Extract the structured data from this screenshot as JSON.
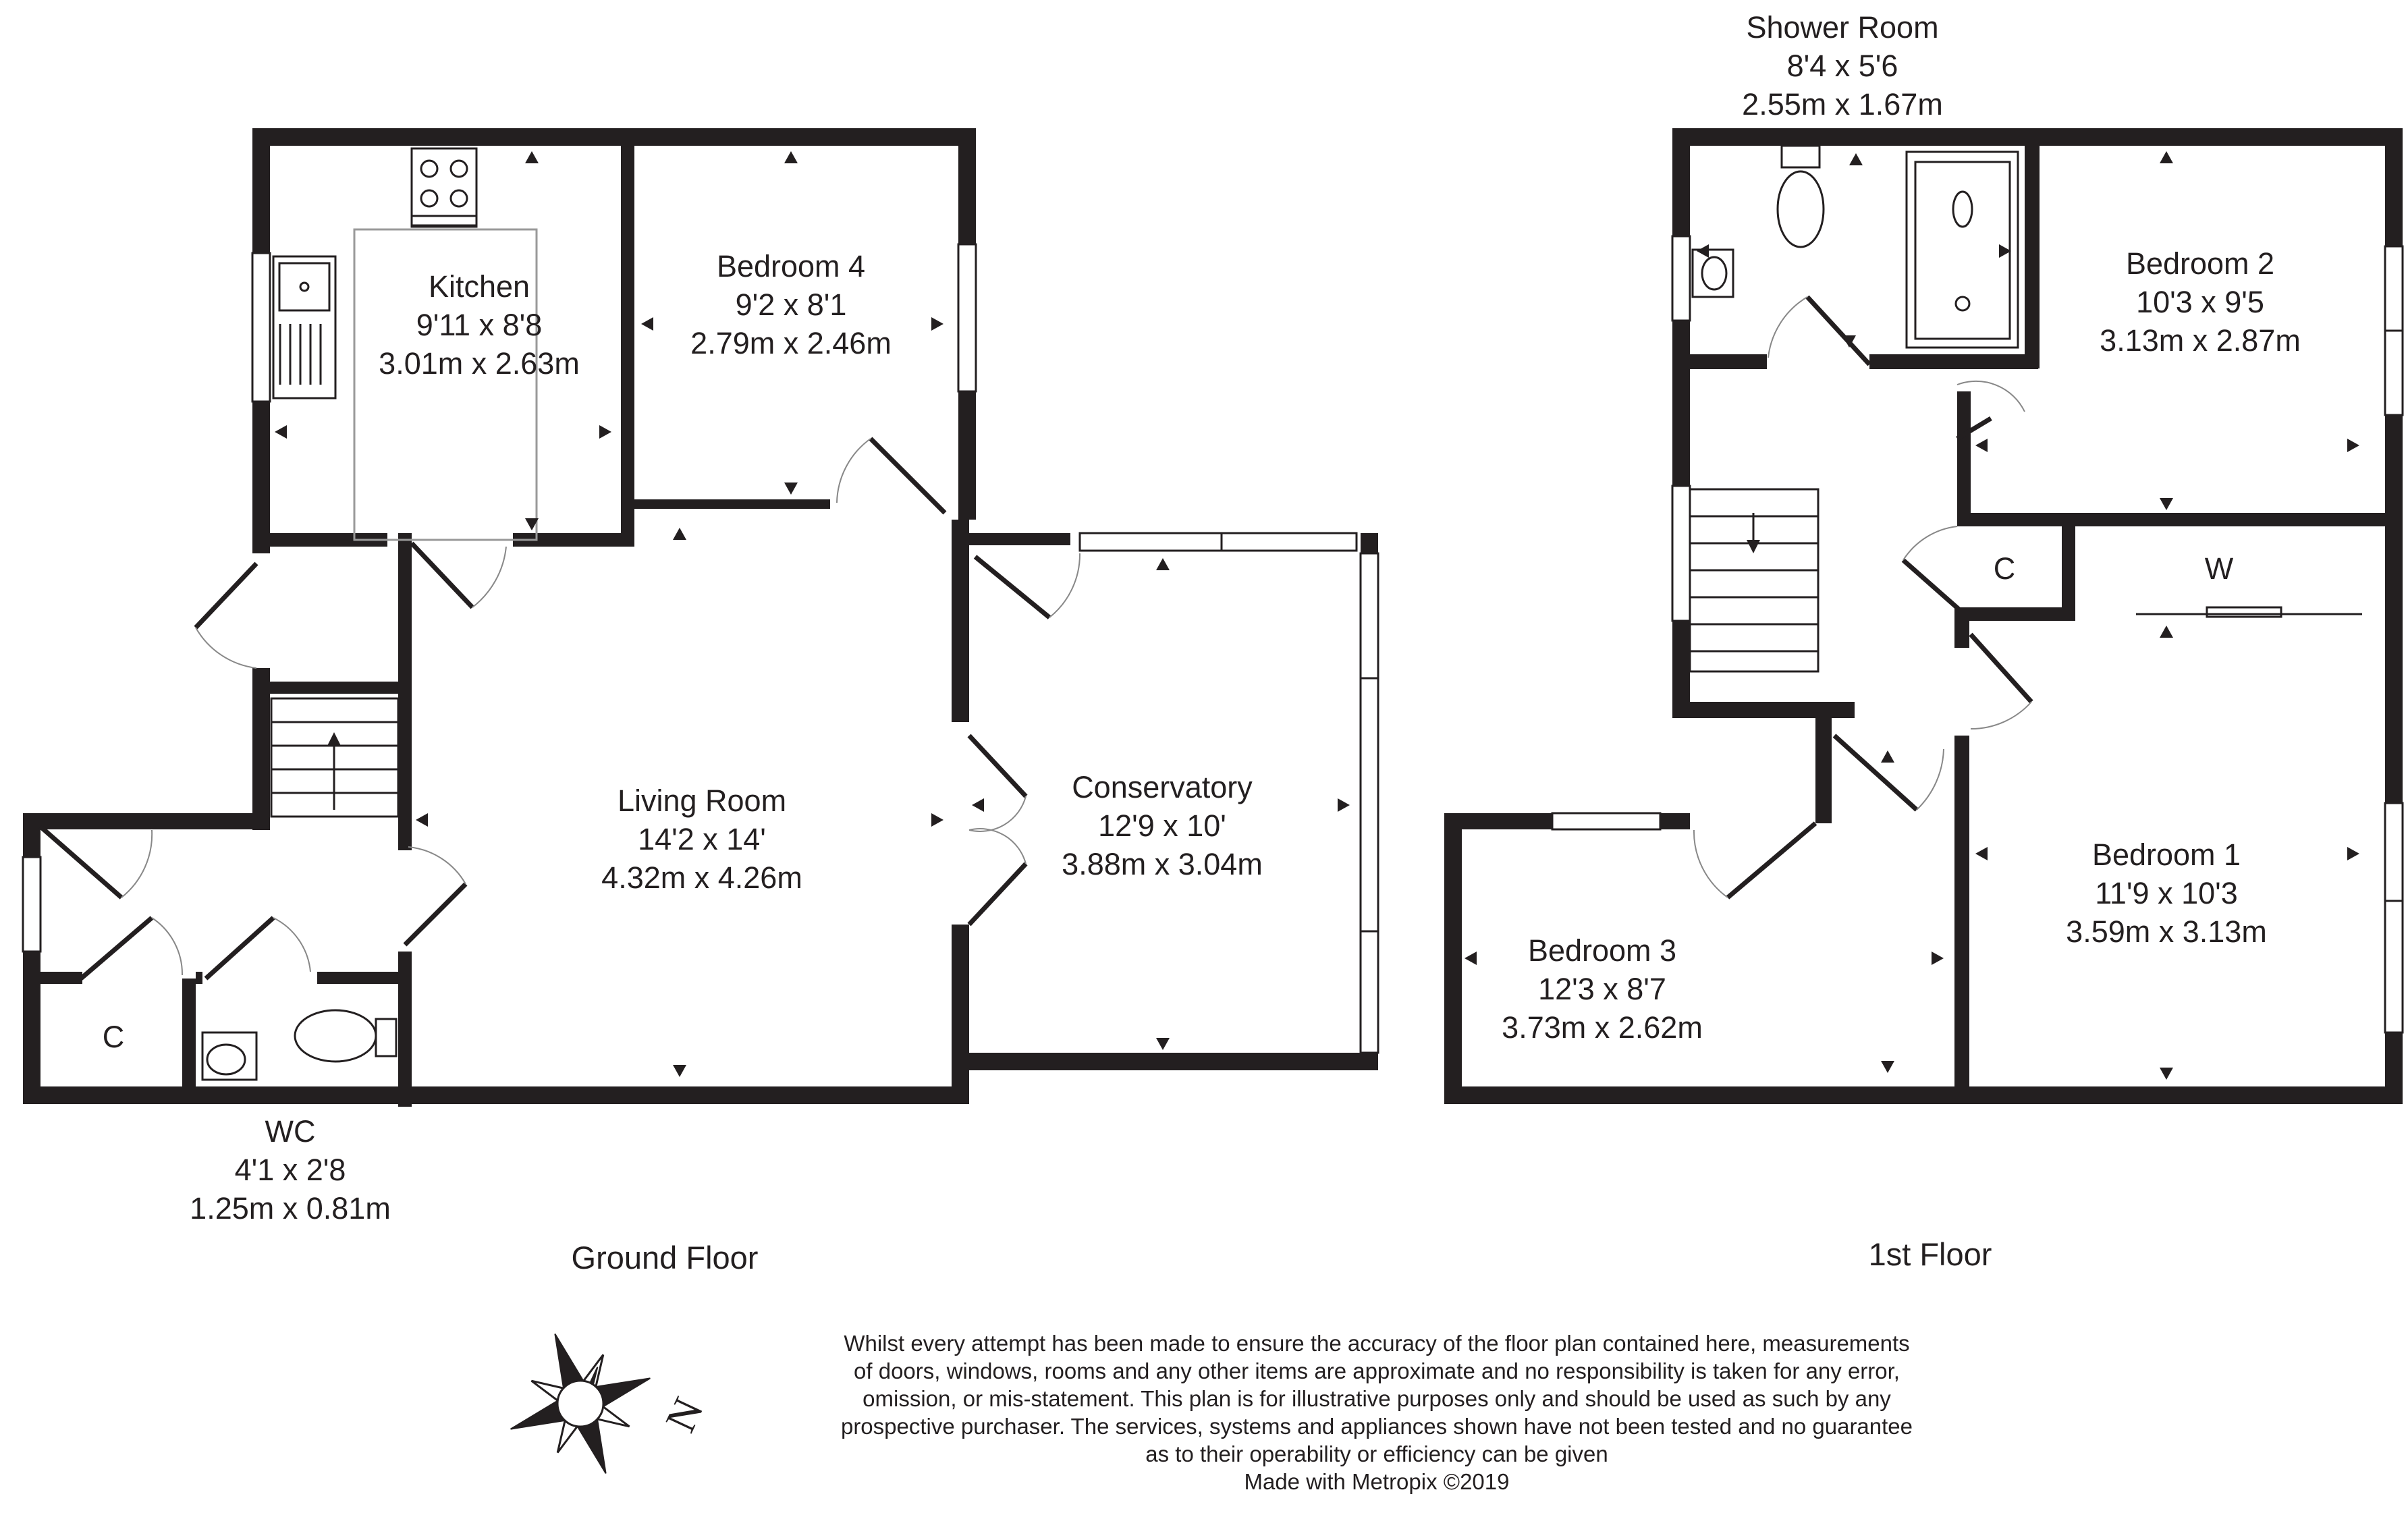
{
  "floors": [
    {
      "id": "ground",
      "label": "Ground Floor"
    },
    {
      "id": "first",
      "label": "1st Floor"
    }
  ],
  "rooms": {
    "kitchen": {
      "name": "Kitchen",
      "imperial": "9'11 x 8'8",
      "metric": "3.01m x 2.63m"
    },
    "bedroom4": {
      "name": "Bedroom 4",
      "imperial": "9'2 x 8'1",
      "metric": "2.79m x 2.46m"
    },
    "living_room": {
      "name": "Living Room",
      "imperial": "14'2 x 14'",
      "metric": "4.32m x 4.26m"
    },
    "conservatory": {
      "name": "Conservatory",
      "imperial": "12'9 x 10'",
      "metric": "3.88m x 3.04m"
    },
    "wc": {
      "name": "WC",
      "imperial": "4'1 x 2'8",
      "metric": "1.25m x 0.81m"
    },
    "ground_cupboard": {
      "name": "C"
    },
    "shower_room": {
      "name": "Shower Room",
      "imperial": "8'4 x 5'6",
      "metric": "2.55m x 1.67m"
    },
    "bedroom2": {
      "name": "Bedroom 2",
      "imperial": "10'3 x 9'5",
      "metric": "3.13m x 2.87m"
    },
    "bedroom1": {
      "name": "Bedroom 1",
      "imperial": "11'9 x 10'3",
      "metric": "3.59m x 3.13m"
    },
    "bedroom3": {
      "name": "Bedroom 3",
      "imperial": "12'3 x 8'7",
      "metric": "3.73m x 2.62m"
    },
    "first_cupboard": {
      "name": "C"
    },
    "wardrobe": {
      "name": "W"
    }
  },
  "disclaimer": [
    "Whilst every attempt has been made to ensure the accuracy of the floor plan contained here, measurements",
    "of doors, windows, rooms and any other items are approximate and no responsibility is taken for any error,",
    "omission, or mis-statement. This plan is for illustrative purposes only and should be used as such by any",
    "prospective purchaser. The services, systems and appliances shown have not been tested and no guarantee",
    "as to their operability or efficiency can be given"
  ],
  "credit": "Made with Metropix ©2019",
  "compass": {
    "north_label": "N",
    "icon": "compass-rose-icon"
  },
  "colors": {
    "ink": "#231f20",
    "background": "#ffffff"
  }
}
